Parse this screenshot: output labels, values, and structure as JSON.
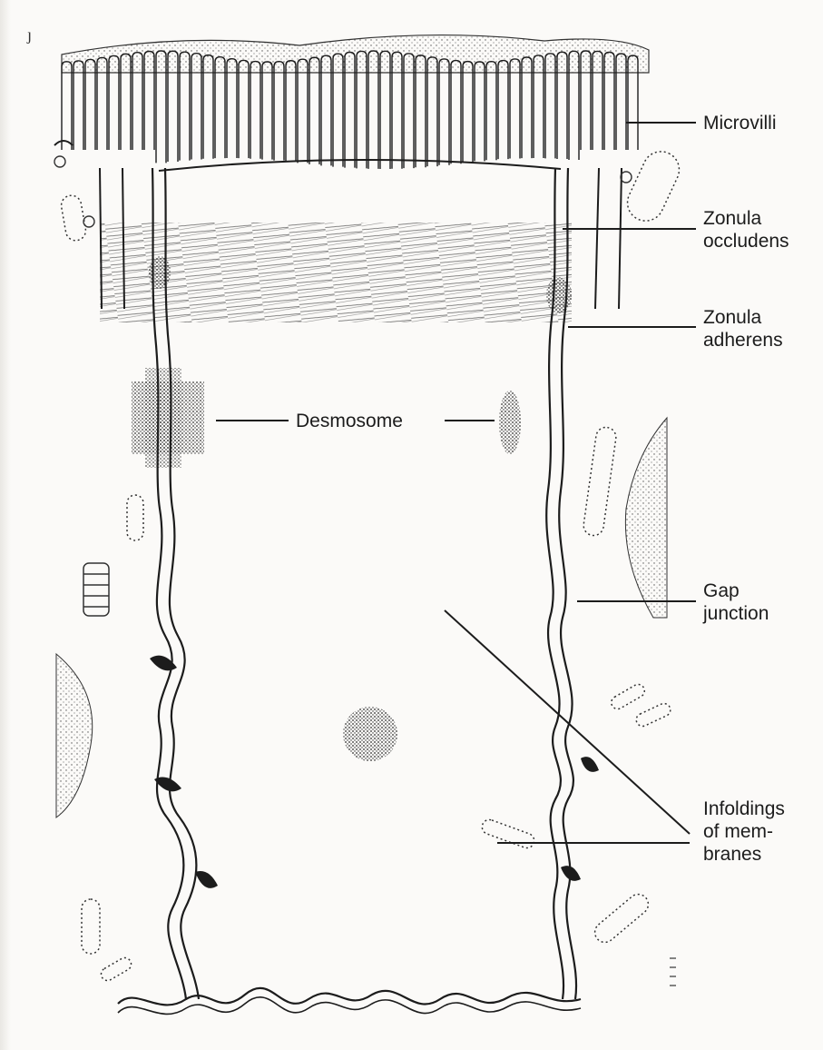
{
  "labels": {
    "microvilli": "Microvilli",
    "zonula_occludens": [
      "Zonula",
      "occludens"
    ],
    "zonula_adherens": [
      "Zonula",
      "adherens"
    ],
    "desmosome": "Desmosome",
    "gap_junction": [
      "Gap",
      "junction"
    ],
    "infoldings": [
      "Infoldings",
      "of mem-",
      "branes"
    ]
  },
  "colors": {
    "ink": "#1c1c1c",
    "paper": "#fbfaf8",
    "stipple": "#2a2a2a"
  }
}
